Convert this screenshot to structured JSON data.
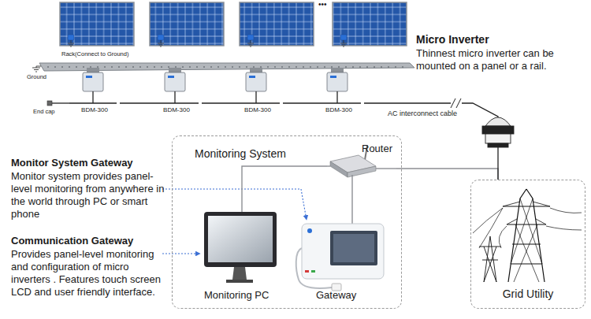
{
  "diagram": {
    "nodes": [
      {
        "text": [
          "Monitoring System"
        ]
      },
      {
        "text": [
          "Router"
        ],
        "in": 0
      },
      {
        "text": [
          "Monitoring PC"
        ],
        "in": 0
      },
      {
        "text": [
          "Gateway"
        ],
        "in": 0
      },
      {
        "text": [
          "Grid Utility"
        ]
      },
      {
        "text": [
          "BDM-300"
        ]
      },
      {
        "text": [
          "BDM-300"
        ]
      },
      {
        "text": [
          "BDM-300"
        ]
      },
      {
        "text": [
          "BDM-300"
        ]
      }
    ],
    "edges": [
      {
        "from": 1,
        "to": 2,
        "arrow": "none"
      },
      {
        "from": 1,
        "to": 3,
        "arrow": "none"
      },
      {
        "from": 1,
        "to": 4,
        "arrow": "none"
      },
      {
        "from": 5,
        "to": 6,
        "arrow": "none"
      },
      {
        "from": 6,
        "to": 7,
        "arrow": "none"
      },
      {
        "from": 7,
        "to": 8,
        "arrow": "none"
      },
      {
        "from": 8,
        "to": 4,
        "label": "AC interconnect cable",
        "arrow": "none"
      }
    ],
    "labels": [
      "•••",
      "Rack(Connect to Ground)",
      "Ground",
      "End cap",
      "Micro Inverter",
      "Thinnest micro inverter can be mounted on a panel or a rail.",
      "Monitor System Gateway",
      "Monitor system provides panel-level monitoring from anywhere in the world through PC or smart phone",
      "Communication Gateway",
      "Provides panel-level monitoring and configuration of micro inverters . Features touch screen LCD and user friendly interface."
    ]
  }
}
